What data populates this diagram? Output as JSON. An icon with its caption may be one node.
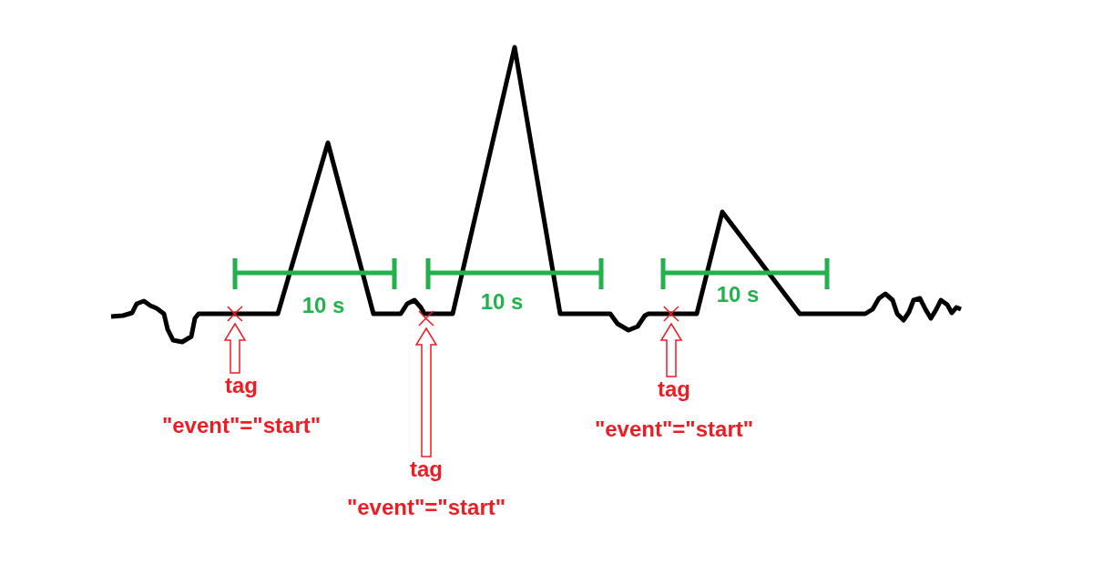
{
  "diagram": {
    "nodes": [
      {
        "text": [],
        "shape": "cross"
      },
      {
        "text": [
          "tag",
          "\"event\"=\"start\""
        ]
      },
      {
        "text": [],
        "shape": "cross"
      },
      {
        "text": [
          "tag",
          "\"event\"=\"start\""
        ]
      },
      {
        "text": [],
        "shape": "cross"
      },
      {
        "text": [
          "tag",
          "\"event\"=\"start\""
        ]
      }
    ],
    "edges": [
      {
        "from": 1,
        "to": 0,
        "arrow": "to"
      },
      {
        "from": 3,
        "to": 2,
        "arrow": "to"
      },
      {
        "from": 5,
        "to": 4,
        "arrow": "to"
      }
    ],
    "labels": [
      "10 s",
      "10 s",
      "10 s"
    ]
  }
}
